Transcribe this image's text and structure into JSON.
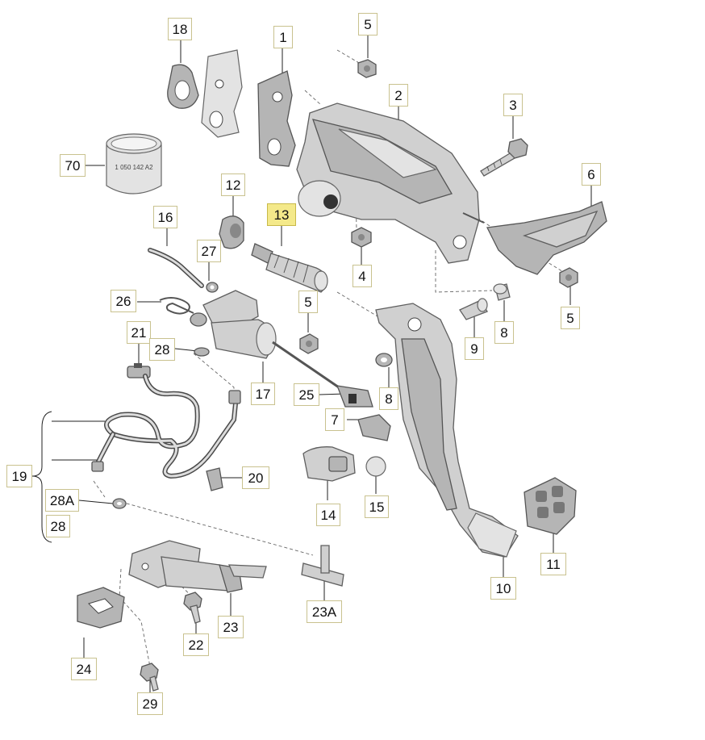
{
  "callouts": {
    "c18": "18",
    "c1": "1",
    "c5a": "5",
    "c2": "2",
    "c3": "3",
    "c70": "70",
    "c12": "12",
    "c13": "13",
    "c16": "16",
    "c6": "6",
    "c27": "27",
    "c4": "4",
    "c5b": "5",
    "c26": "26",
    "c5c": "5",
    "c8a": "8",
    "c9": "9",
    "c21": "21",
    "c28a": "28",
    "c17": "17",
    "c25": "25",
    "c8b": "8",
    "c7": "7",
    "c19": "19",
    "c20": "20",
    "c28A": "28A",
    "c28b": "28",
    "c14": "14",
    "c15": "15",
    "c11": "11",
    "c10": "10",
    "c23A": "23A",
    "c23": "23",
    "c22": "22",
    "c24": "24",
    "c29": "29"
  },
  "ring_label": "1 050 142 A2",
  "colors": {
    "highlight": "#f4e98a",
    "part": "#d0d0d0",
    "outline": "#5f5f5f"
  }
}
